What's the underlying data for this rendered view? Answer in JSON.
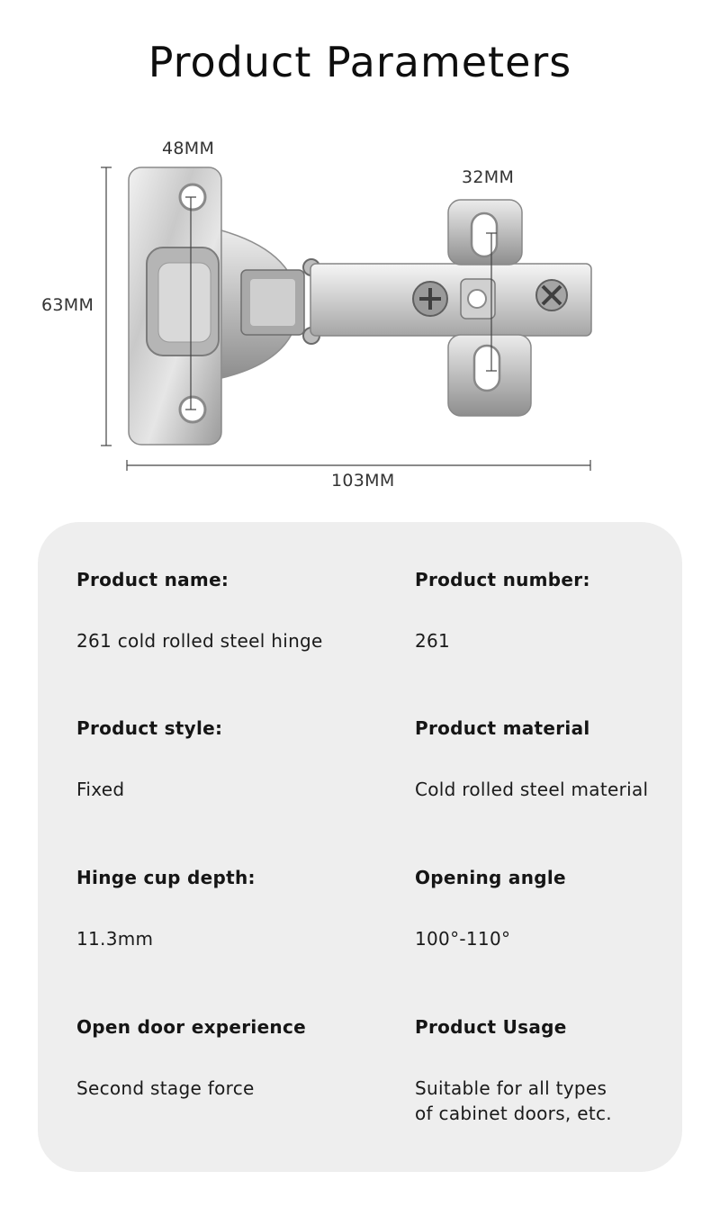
{
  "page": {
    "title": "Product Parameters"
  },
  "dimensions": {
    "cup_width": "48MM",
    "plate_spacing": "32MM",
    "height": "63MM",
    "length": "103MM"
  },
  "parameters": [
    {
      "label": "Product name:",
      "value": "261 cold rolled steel hinge"
    },
    {
      "label": "Product number:",
      "value": "261"
    },
    {
      "label": "Product style:",
      "value": "Fixed"
    },
    {
      "label": "Product material",
      "value": "Cold rolled steel material"
    },
    {
      "label": "Hinge cup depth:",
      "value": "11.3mm"
    },
    {
      "label": "Opening angle",
      "value": "100°-110°"
    },
    {
      "label": "Open door experience",
      "value": "Second stage force"
    },
    {
      "label": "Product Usage",
      "value": "Suitable for all types\nof cabinet doors, etc."
    }
  ]
}
